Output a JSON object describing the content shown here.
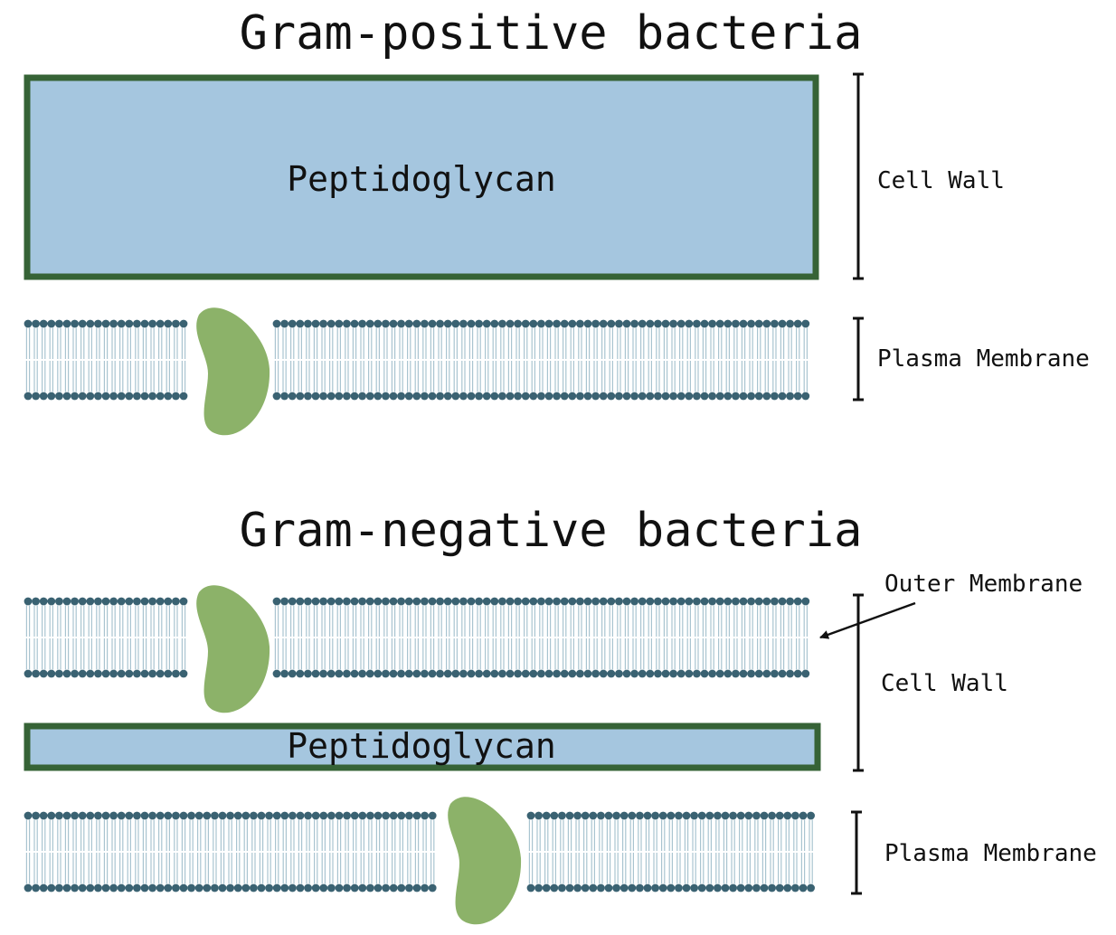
{
  "colors": {
    "peptidoglycan_fill": "#a5c6df",
    "peptidoglycan_border": "#366336",
    "lipid_head": "#3a6272",
    "lipid_tail": "#a9c4d0",
    "protein": "#8cb269",
    "bracket": "#111111"
  },
  "gram_positive": {
    "title": "Gram-positive bacteria",
    "peptidoglycan_label": "Peptidoglycan",
    "cell_wall_label": "Cell Wall",
    "plasma_membrane_label": "Plasma Membrane"
  },
  "gram_negative": {
    "title": "Gram-negative bacteria",
    "outer_membrane_label": "Outer Membrane",
    "cell_wall_label": "Cell Wall",
    "peptidoglycan_label": "Peptidoglycan",
    "plasma_membrane_label": "Plasma Membrane"
  },
  "icons": [
    "lipid-bilayer",
    "membrane-protein",
    "bracket",
    "arrow"
  ]
}
